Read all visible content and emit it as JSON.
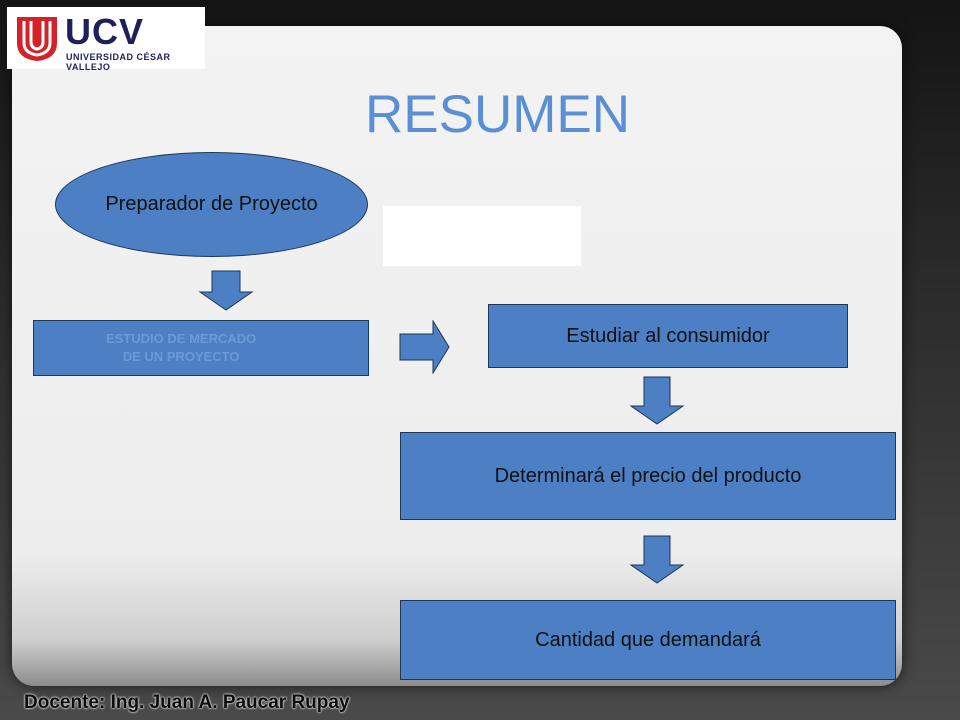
{
  "logo": {
    "name": "UCV",
    "subtitle": "UNIVERSIDAD CÉSAR VALLEJO"
  },
  "slide": {
    "title": "RESUMEN",
    "nodes": {
      "preparador": "Preparador de Proyecto",
      "mercado_line1": "ESTUDIO DE MERCADO",
      "mercado_line2": "DE UN PROYECTO",
      "consumidor": "Estudiar al consumidor",
      "precio": "Determinará el precio del producto",
      "cantidad": "Cantidad que demandará"
    }
  },
  "footer": {
    "docente": "Docente: Ing. Juan A. Paucar Rupay"
  },
  "colors": {
    "title": "#5b8fd3",
    "node_fill": "#4c7fc4",
    "logo_red": "#d3222a",
    "logo_navy": "#1f1f5c"
  }
}
